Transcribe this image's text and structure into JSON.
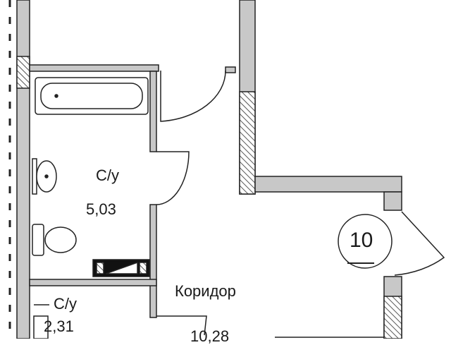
{
  "rooms": [
    {
      "name": "С/у",
      "area": "5,03"
    },
    {
      "name": "С/у",
      "area": "2,31"
    },
    {
      "name": "Коридор",
      "area": "10,28"
    }
  ],
  "apartment_marker": "10",
  "colors": {
    "wall": "#c8c8c8",
    "outline": "#222222",
    "hatch": "#555555"
  }
}
